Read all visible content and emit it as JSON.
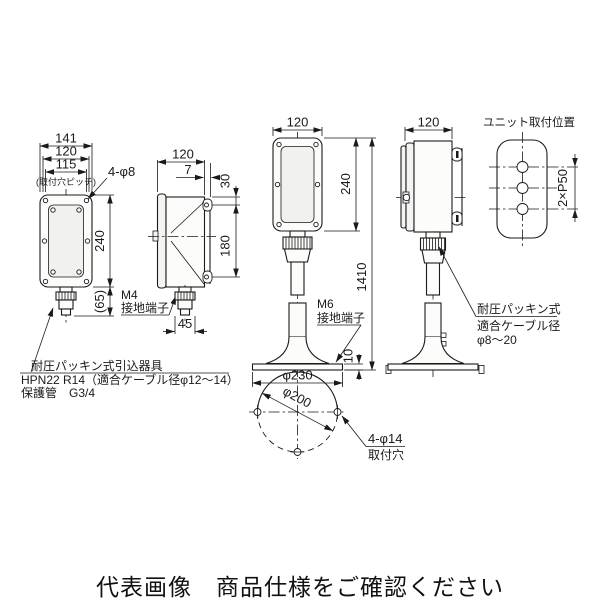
{
  "colors": {
    "ink": "#1a1a1a",
    "background": "#ffffff"
  },
  "caption": "代表画像　商品仕様をご確認ください",
  "front_view": {
    "dim_overall_width": "141",
    "dim_body_width": "120",
    "dim_hole_pitch": "115",
    "hole_pitch_note": "(取付穴ピッチ)",
    "corner_holes": "4-φ8",
    "dim_height": "240",
    "dim_gland_height": "(65)",
    "ground_terminal_size": "M4",
    "ground_terminal_label": "接地端子",
    "gland_note_line1": "耐圧パッキン式引込器具",
    "gland_note_line2": "HPN22 R14（適合ケーブル径φ12～14）",
    "gland_note_line3": "保護管　G3/4"
  },
  "side_view": {
    "dim_depth": "120",
    "dim_bracket_offset": "7",
    "dim_hole_top": "30",
    "dim_hole_pitch": "180",
    "dim_gland_width": "45"
  },
  "assembly_front_view": {
    "dim_width": "120",
    "dim_box_height": "240",
    "dim_total_height": "1410",
    "ground_terminal_size": "M6",
    "ground_terminal_label": "接地端子",
    "dim_base_diameter": "φ230",
    "dim_base_thickness": "10",
    "dim_bolt_circle": "φ200",
    "mount_holes": "4-φ14",
    "mount_holes_label": "取付穴"
  },
  "assembly_side_view": {
    "dim_depth": "120",
    "gland_note_line1": "耐圧パッキン式",
    "gland_note_line2": "適合ケーブル径",
    "gland_note_line3": "φ8～20"
  },
  "unit_mount": {
    "title": "ユニット取付位置",
    "dim_pitch": "2×P50"
  }
}
